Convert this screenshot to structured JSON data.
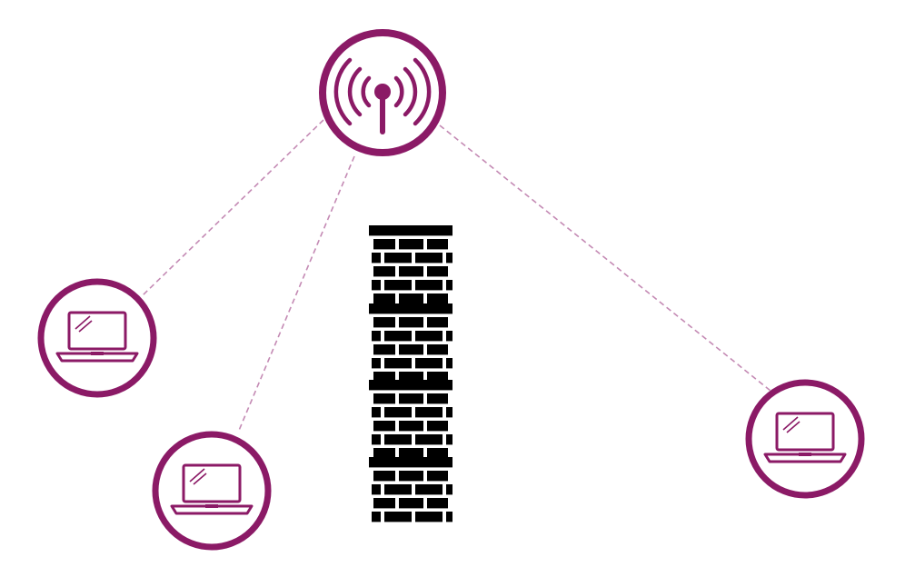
{
  "colors": {
    "node_stroke": "#8B1A66",
    "link_stroke": "#C48AB4",
    "wall_fill": "#000000",
    "background": "#FFFFFF"
  },
  "diagram": {
    "hub": {
      "icon": "wireless-antenna-icon"
    },
    "clients": [
      {
        "icon": "laptop-icon"
      },
      {
        "icon": "laptop-icon"
      },
      {
        "icon": "laptop-icon"
      }
    ],
    "links": [
      {
        "from": "hub",
        "to": "client-1",
        "style": "dashed"
      },
      {
        "from": "hub",
        "to": "client-2",
        "style": "dashed"
      },
      {
        "from": "hub",
        "to": "client-3",
        "style": "dashed"
      }
    ],
    "barrier": {
      "icon": "brick-wall-icon"
    }
  }
}
